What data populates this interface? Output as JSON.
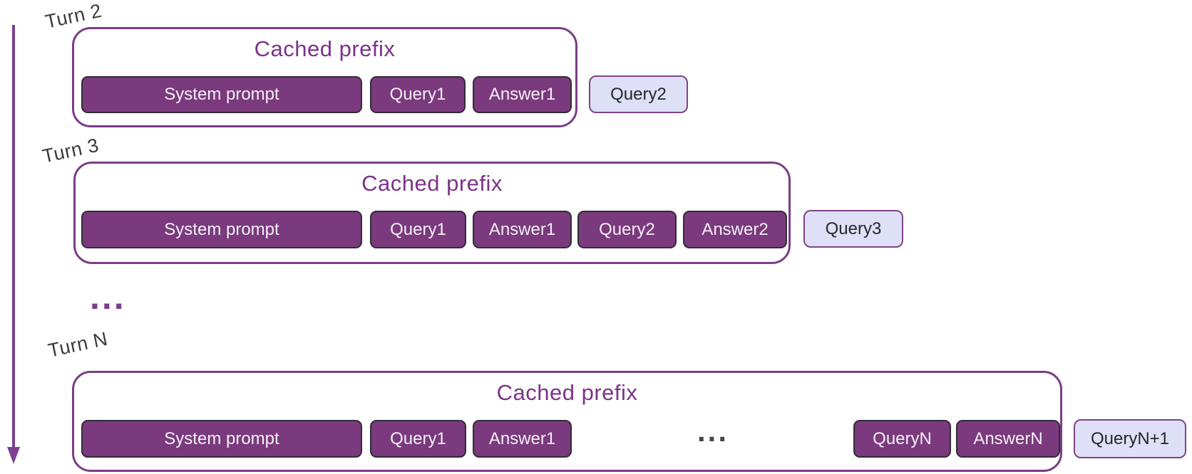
{
  "turns": [
    {
      "label": "Turn 2",
      "box_title": "Cached prefix",
      "blocks": [
        "System prompt",
        "Query1",
        "Answer1"
      ],
      "new_query": "Query2"
    },
    {
      "label": "Turn 3",
      "box_title": "Cached prefix",
      "blocks": [
        "System prompt",
        "Query1",
        "Answer1",
        "Query2",
        "Answer2"
      ],
      "new_query": "Query3"
    },
    {
      "label": "Turn N",
      "box_title": "Cached prefix",
      "blocks": [
        "System prompt",
        "Query1",
        "Answer1",
        "QueryN",
        "AnswerN"
      ],
      "inner_ellipsis": "...",
      "new_query": "QueryN+1"
    }
  ],
  "between_rows_ellipsis": "...",
  "colors": {
    "cached_block_fill": "#7a3a7d",
    "cached_block_border": "#312d36",
    "cached_block_text": "#f6eff7",
    "new_block_fill": "#dee0f7",
    "new_block_border": "#7e4389",
    "new_block_text": "#26262a",
    "prefix_box_border": "#7b3d87",
    "prefix_title_text": "#7c3389",
    "turn_label_text": "#3b3b3b",
    "timeline_arrow": "#7c4191",
    "inner_ellipsis_color": "#43484b",
    "between_ellipsis_color": "#7c3d8a"
  }
}
